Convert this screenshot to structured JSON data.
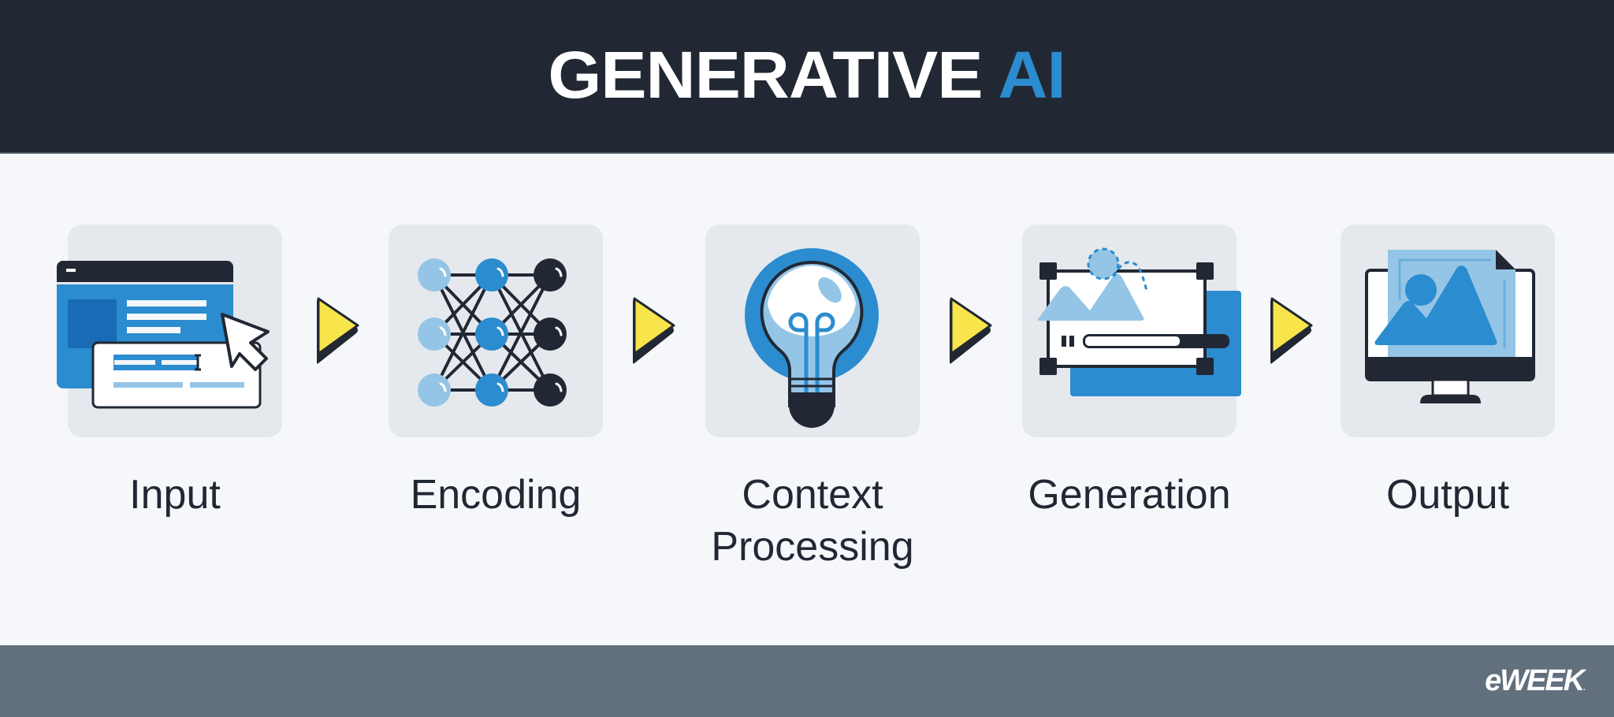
{
  "header": {
    "title_main": "GENERATIVE",
    "title_accent": "AI"
  },
  "steps": [
    {
      "label": "Input",
      "icon": "browser-form-cursor-icon"
    },
    {
      "label": "Encoding",
      "icon": "neural-network-icon"
    },
    {
      "label": "Context Processing",
      "label_line1": "Context",
      "label_line2": "Processing",
      "icon": "lightbulb-icon"
    },
    {
      "label": "Generation",
      "icon": "image-editor-icon"
    },
    {
      "label": "Output",
      "icon": "monitor-image-icon"
    }
  ],
  "arrows": {
    "count": 4,
    "icon": "yellow-play-arrow-icon"
  },
  "footer": {
    "logo": "eWEEK",
    "logo_mark": "."
  },
  "colors": {
    "header_bg": "#212834",
    "accent_blue": "#2b8ccf",
    "light_blue": "#95c5e6",
    "dark_navy": "#212834",
    "tile_bg": "#e5e8ed",
    "content_bg": "#f5f7fa",
    "arrow_yellow": "#f8e44b",
    "footer_bg": "#626f7d"
  }
}
